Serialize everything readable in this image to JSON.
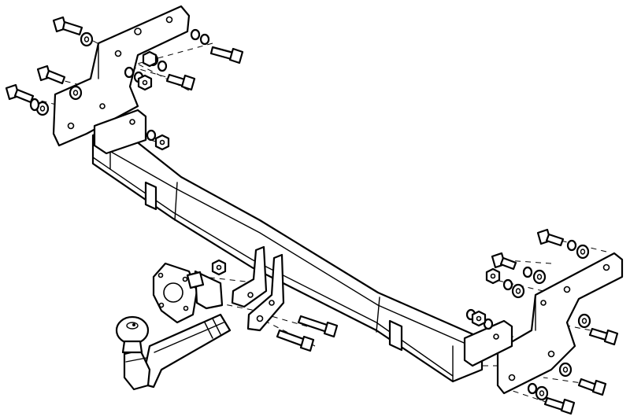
{
  "diagram": {
    "subject": "tow-bar-exploded-view",
    "line_color": "#000000",
    "background_color": "#ffffff",
    "fasteners": {
      "bolt_sets_left_bracket": 5,
      "bolt_sets_right_bracket": 5,
      "bolt_sets_center": 2
    }
  }
}
